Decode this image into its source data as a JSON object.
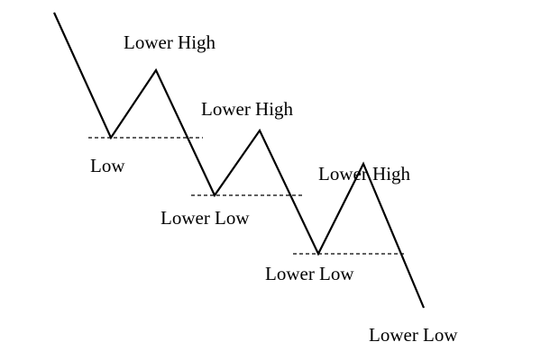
{
  "diagram": {
    "labels": {
      "lh1": "Lower High",
      "lh2": "Lower High",
      "lh3": "Lower High",
      "low": "Low",
      "ll1": "Lower Low",
      "ll2": "Lower Low",
      "ll3": "Lower Low"
    },
    "colors": {
      "line": "#000000",
      "dashed": "#000000"
    }
  }
}
